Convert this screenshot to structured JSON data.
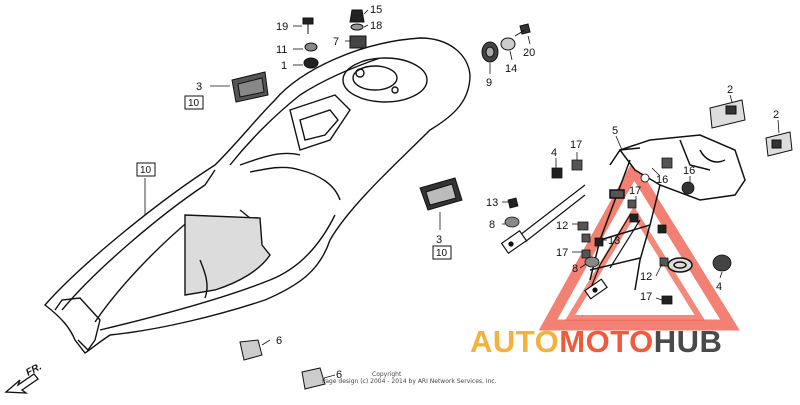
{
  "callouts": [
    {
      "id": "c19",
      "text": "19"
    },
    {
      "id": "c15",
      "text": "15"
    },
    {
      "id": "c18",
      "text": "18"
    },
    {
      "id": "c11",
      "text": "11"
    },
    {
      "id": "c7",
      "text": "7"
    },
    {
      "id": "c1",
      "text": "1"
    },
    {
      "id": "c9",
      "text": "9"
    },
    {
      "id": "c14",
      "text": "14"
    },
    {
      "id": "c20",
      "text": "20"
    },
    {
      "id": "c3a",
      "text": "3"
    },
    {
      "id": "c2a",
      "text": "2"
    },
    {
      "id": "c2b",
      "text": "2"
    },
    {
      "id": "c5",
      "text": "5"
    },
    {
      "id": "c17a",
      "text": "17"
    },
    {
      "id": "c4a",
      "text": "4"
    },
    {
      "id": "c16a",
      "text": "16"
    },
    {
      "id": "c16b",
      "text": "16"
    },
    {
      "id": "c13a",
      "text": "13"
    },
    {
      "id": "c17b",
      "text": "17"
    },
    {
      "id": "c8a",
      "text": "8"
    },
    {
      "id": "c12a",
      "text": "12"
    },
    {
      "id": "c13b",
      "text": "13"
    },
    {
      "id": "c17c",
      "text": "17"
    },
    {
      "id": "c8b",
      "text": "8"
    },
    {
      "id": "c12b",
      "text": "12"
    },
    {
      "id": "c17d",
      "text": "17"
    },
    {
      "id": "c4b",
      "text": "4"
    },
    {
      "id": "c3b",
      "text": "3"
    },
    {
      "id": "c6a",
      "text": "6"
    },
    {
      "id": "c6b",
      "text": "6"
    }
  ],
  "boxed_refs": [
    {
      "id": "b10a",
      "text": "10"
    },
    {
      "id": "b10b",
      "text": "10"
    },
    {
      "id": "b10c",
      "text": "10"
    }
  ],
  "direction_label": "FR.",
  "copyright": {
    "line1": "Copyright",
    "line2": "Page design (c) 2004 - 2014 by ARI Network Services, Inc."
  },
  "watermark": {
    "part1": "AUTO",
    "part2": "MOTO",
    "part3": "HUB",
    "colors": {
      "auto": "#f4b23c",
      "moto": "#f05a3a",
      "hub": "#4a4a4a",
      "triangle": "#f06a5a"
    }
  }
}
